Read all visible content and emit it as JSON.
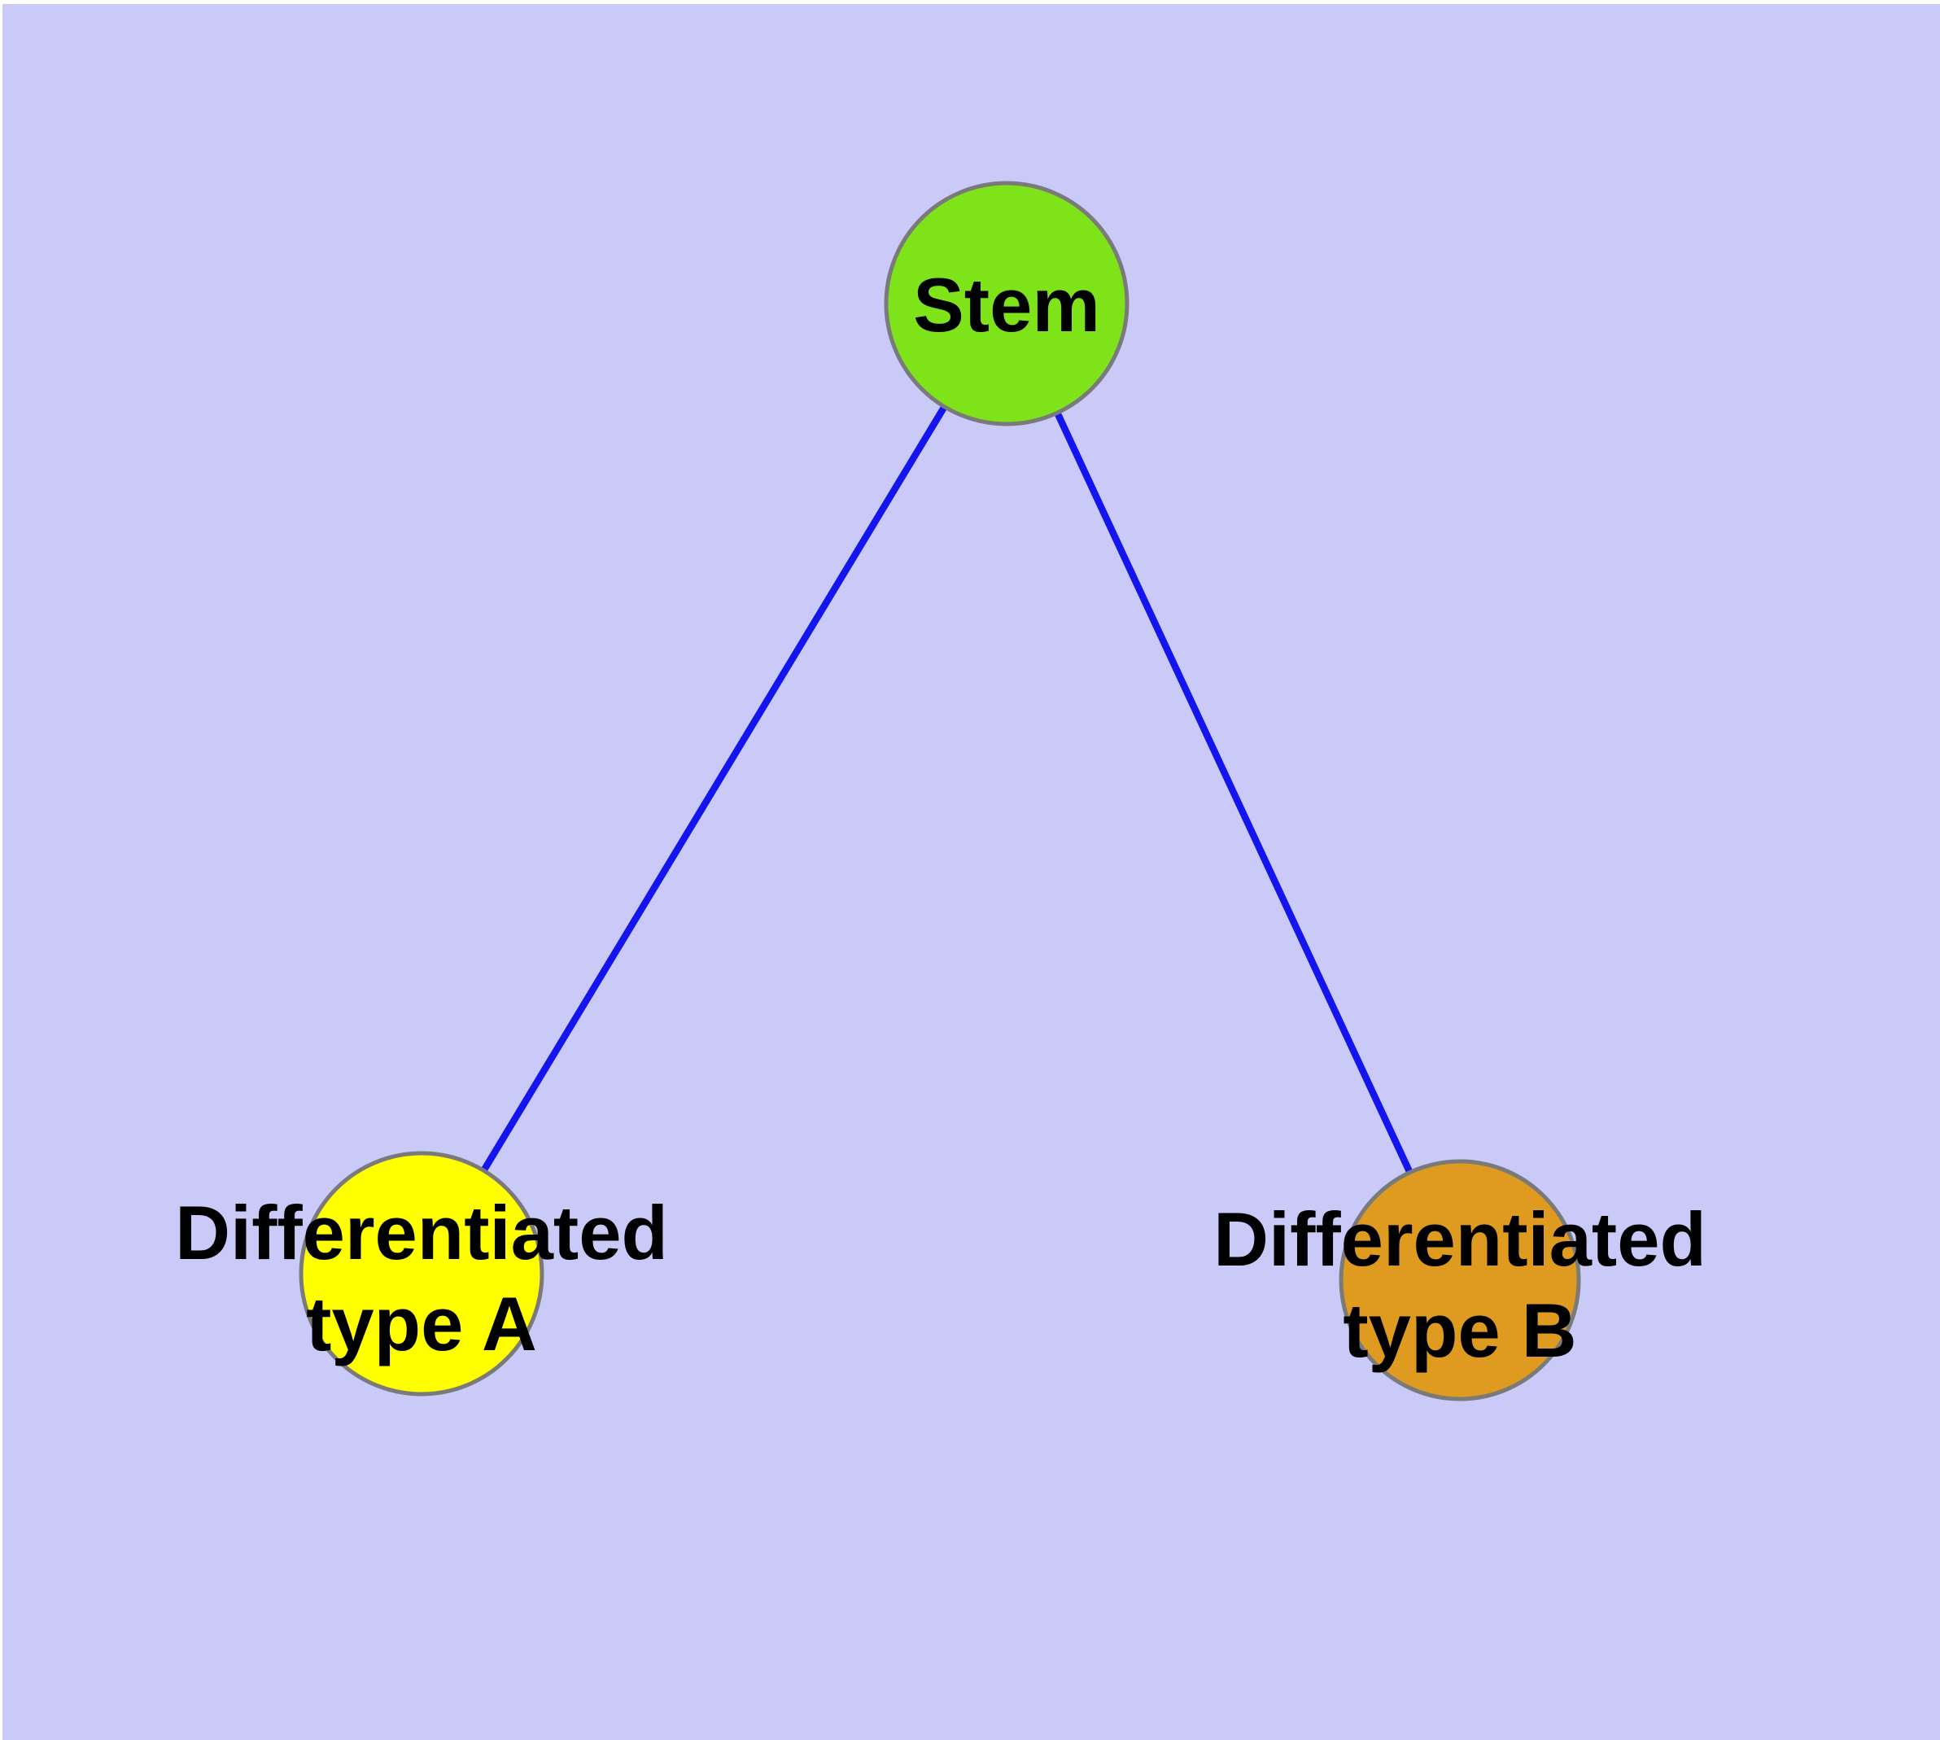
{
  "diagram": {
    "background_color": "#cacaf8",
    "margin_color": "#ffffff",
    "edge_color": "#1414ee",
    "node_border_color": "#7a7a7a",
    "label_color": "#000000",
    "nodes": {
      "stem": {
        "label": "Stem",
        "fill": "#7ee318"
      },
      "type_a": {
        "label_line1": "Differentiated",
        "label_line2": "type A",
        "fill": "#ffff00"
      },
      "type_b": {
        "label_line1": "Differentiated",
        "label_line2": "type B",
        "fill": "#df9a20"
      }
    },
    "edges": [
      {
        "from": "Stem",
        "to": "Differentiated type A"
      },
      {
        "from": "Stem",
        "to": "Differentiated type B"
      }
    ]
  }
}
